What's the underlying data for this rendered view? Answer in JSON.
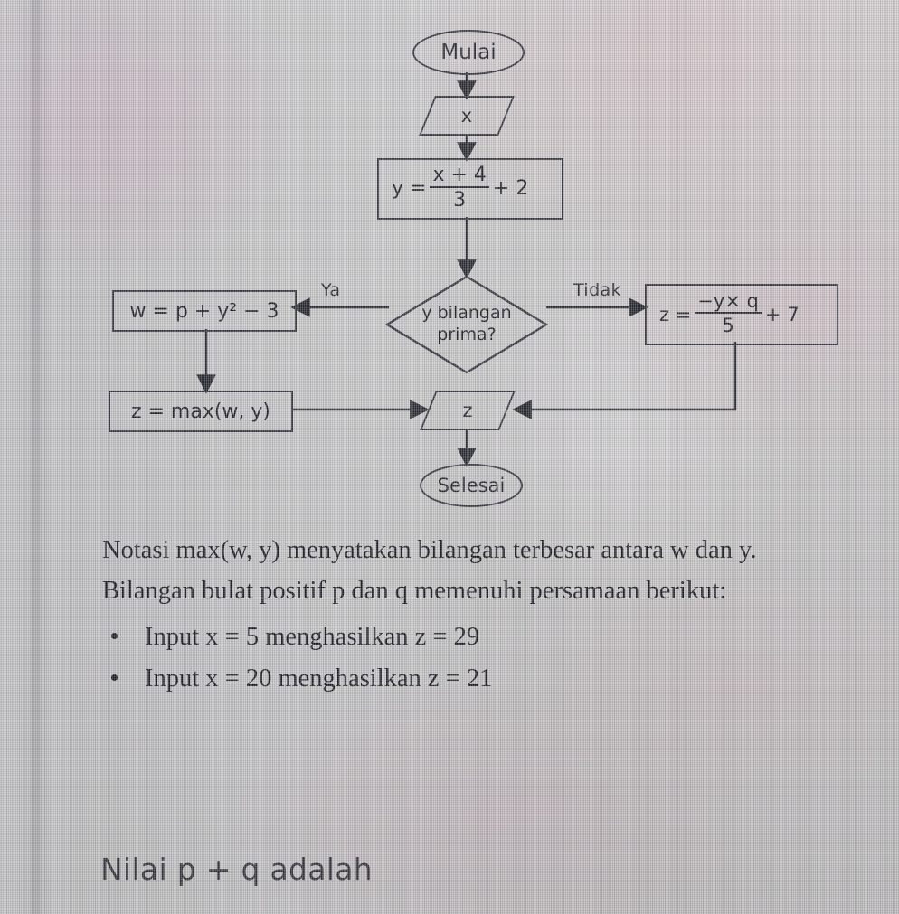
{
  "document": {
    "language": "id",
    "type": "math-problem-flowchart"
  },
  "flowchart": {
    "start_label": "Mulai",
    "input_label": "x",
    "y_formula": {
      "lhs": "y =",
      "numerator": "x + 4",
      "denominator": "3",
      "tail": "+ 2"
    },
    "decision": {
      "line1": "y bilangan",
      "line2": "prima?",
      "yes_label": "Ya",
      "no_label": "Tidak"
    },
    "w_process": "w = p + y² − 3",
    "z_formula": {
      "lhs": "z =",
      "numerator": "−y× q",
      "denominator": "5",
      "tail": "+ 7"
    },
    "max_process": "z = max(w, y)",
    "output_label": "z",
    "end_label": "Selesai"
  },
  "prose": {
    "line_notasi": "Notasi max(w, y) menyatakan bilangan terbesar antara w dan y.",
    "line_bilangan": "Bilangan bulat positif p dan q memenuhi persamaan berikut:",
    "bullets": [
      "Input x = 5 menghasilkan z = 29",
      "Input x = 20 menghasilkan z = 21"
    ]
  },
  "question": "Nilai p + q adalah",
  "colors": {
    "ink": "#1c1c24",
    "stroke": "#3a3a44",
    "screen_bg": "#c4c3c6",
    "blotch_tint": "#cdb0c0"
  }
}
